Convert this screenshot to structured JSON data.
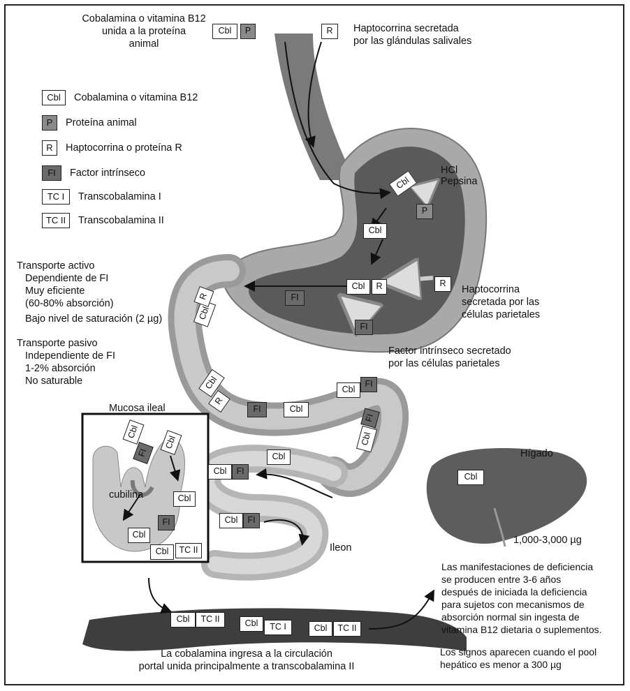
{
  "legend": [
    {
      "key": "Cbl",
      "label": "Cobalamina o vitamina B12",
      "shade": "light"
    },
    {
      "key": "P",
      "label": "Proteína animal",
      "shade": "mid"
    },
    {
      "key": "R",
      "label": "Haptocorrina o proteína R",
      "shade": "light"
    },
    {
      "key": "FI",
      "label": "Factor intrínseco",
      "shade": "dark"
    },
    {
      "key": "TC I",
      "label": "Transcobalamina I",
      "shade": "light"
    },
    {
      "key": "TC II",
      "label": "Transcobalamina II",
      "shade": "light"
    }
  ],
  "labels": {
    "cbl_protein": [
      "Cobalamina o vitamina B12",
      "unida a la proteína",
      "animal"
    ],
    "saliva": [
      "Haptocorrina secretada",
      "por las glándulas salivales"
    ],
    "hcl": "HCl",
    "pepsina": "Pepsina",
    "parietal_r": [
      "Haptocorrina",
      "secretada por las",
      "células parietales"
    ],
    "parietal_fi": [
      "Factor intrínseco secretado",
      "por las células parietales"
    ],
    "active_transport": [
      "Transporte activo",
      "Dependiente de FI",
      "Muy eficiente",
      "(60-80% absorción)",
      "Bajo nivel de saturación (2 µg)"
    ],
    "passive_transport": [
      "Transporte pasivo",
      "Independiente de FI",
      "1-2% absorción",
      "No saturable"
    ],
    "mucosa": "Mucosa ileal",
    "cubilina": "cubilina",
    "ileon": "Ileon",
    "higado": "Hígado",
    "liver_amount": "1,000-3,000 µg",
    "deficiency": [
      "Las manifestaciones de deficiencia",
      "se producen entre 3-6 años",
      "después de iniciada la deficiencia",
      "para sujetos con mecanismos de",
      "absorción normal sin ingesta de",
      "vitamina B12 dietaria o suplementos."
    ],
    "signs": [
      "Los signos aparecen cuando el pool",
      "hepático es menor a 300 µg"
    ],
    "portal": [
      "La cobalamina ingresa a la circulación",
      "portal unida principalmente a transcobalamina II"
    ]
  },
  "tags": {
    "cbl": "Cbl",
    "p": "P",
    "r": "R",
    "fi": "FI",
    "tc1": "TC I",
    "tc2": "TC II"
  },
  "colors": {
    "stomach_outer": "#a9a9a9",
    "stomach_inner": "#5a5a5a",
    "intestine": "#9a9a9a",
    "liver": "#5d5d5d",
    "vessel": "#3e3e3e",
    "fi_box": "#6a6a6a",
    "p_box": "#8a8a8a"
  }
}
